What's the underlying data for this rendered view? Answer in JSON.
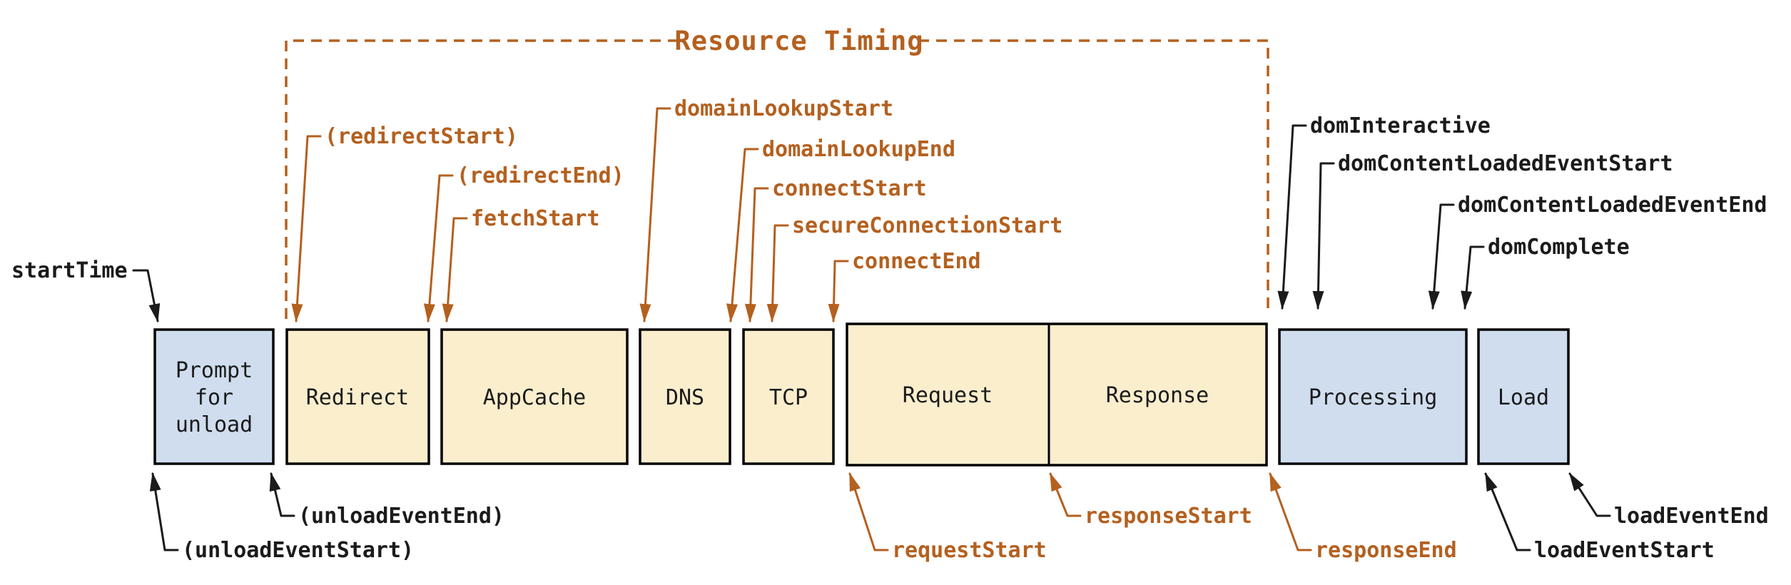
{
  "labels": {
    "resource_timing": "Resource Timing",
    "start_time": "startTime",
    "redirect_start": "(redirectStart)",
    "redirect_end": "(redirectEnd)",
    "fetch_start": "fetchStart",
    "domain_lookup_start": "domainLookupStart",
    "domain_lookup_end": "domainLookupEnd",
    "connect_start": "connectStart",
    "secure_connection_start": "secureConnectionStart",
    "connect_end": "connectEnd",
    "dom_interactive": "domInteractive",
    "dom_content_loaded_event_start": "domContentLoadedEventStart",
    "dom_content_loaded_event_end": "domContentLoadedEventEnd",
    "dom_complete": "domComplete",
    "unload_event_start": "(unloadEventStart)",
    "unload_event_end": "(unloadEventEnd)",
    "request_start": "requestStart",
    "response_start": "responseStart",
    "response_end": "responseEnd",
    "load_event_start": "loadEventStart",
    "load_event_end": "loadEventEnd"
  },
  "boxes": {
    "prompt_line1": "Prompt",
    "prompt_line2": "for",
    "prompt_line3": "unload",
    "redirect": "Redirect",
    "appcache": "AppCache",
    "dns": "DNS",
    "tcp": "TCP",
    "request": "Request",
    "response": "Response",
    "processing": "Processing",
    "load": "Load"
  },
  "colors": {
    "orange": "#b4601f",
    "ink": "#1b1b1b",
    "box_blue": "#cfddee",
    "box_yellow": "#faeecd",
    "box_border": "#000000"
  }
}
